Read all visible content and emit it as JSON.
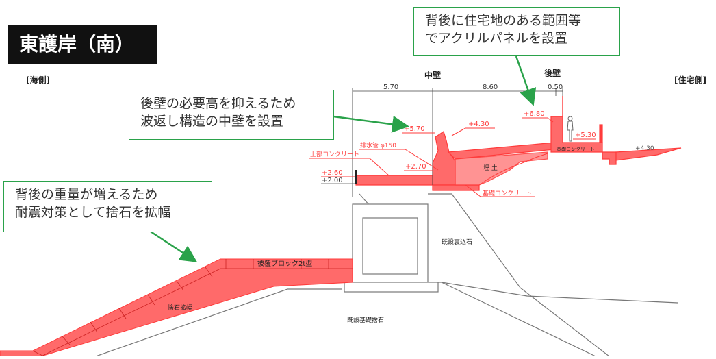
{
  "title": "東護岸（南）",
  "side_labels": {
    "sea": "[海側]",
    "residential": "[住宅側]"
  },
  "wall_labels": {
    "middle": "中壁",
    "rear": "後壁"
  },
  "dimensions": {
    "d1": "5.70",
    "d2": "8.60",
    "d3": "0.50"
  },
  "elevations": {
    "e570": "+5.70",
    "e430a": "+4.30",
    "e680": "+6.80",
    "e530": "+5.30",
    "e430b": "+4.30",
    "e270": "+2.70",
    "e260": "+2.60",
    "e200": "+2.00"
  },
  "part_labels": {
    "upper_concrete": "上部コンクリート",
    "drain_pipe": "排水管 φ150",
    "fill": "埋 土",
    "base_concrete_right": "基礎コンクリート",
    "base_concrete_center": "基礎コンクリート",
    "cover_block": "被覆ブロック2t型",
    "rubble_widening": "捨石拡幅",
    "existing_backfill": "既設裏込石",
    "existing_foundation": "既設基礎捨石"
  },
  "callouts": {
    "acrylic": [
      "背後に住宅地のある範囲等",
      "でアクリルパネルを設置"
    ],
    "middle_wall": [
      "後壁の必要高を抑えるため",
      "波返し構造の中壁を設置"
    ],
    "seismic": [
      "背後の重量が増えるため",
      "耐震対策として捨石を拡幅"
    ]
  },
  "colors": {
    "red": "#ff3b3b",
    "red_fill": "#ff6a6a",
    "green": "#2aa24a",
    "dark": "#111111"
  }
}
